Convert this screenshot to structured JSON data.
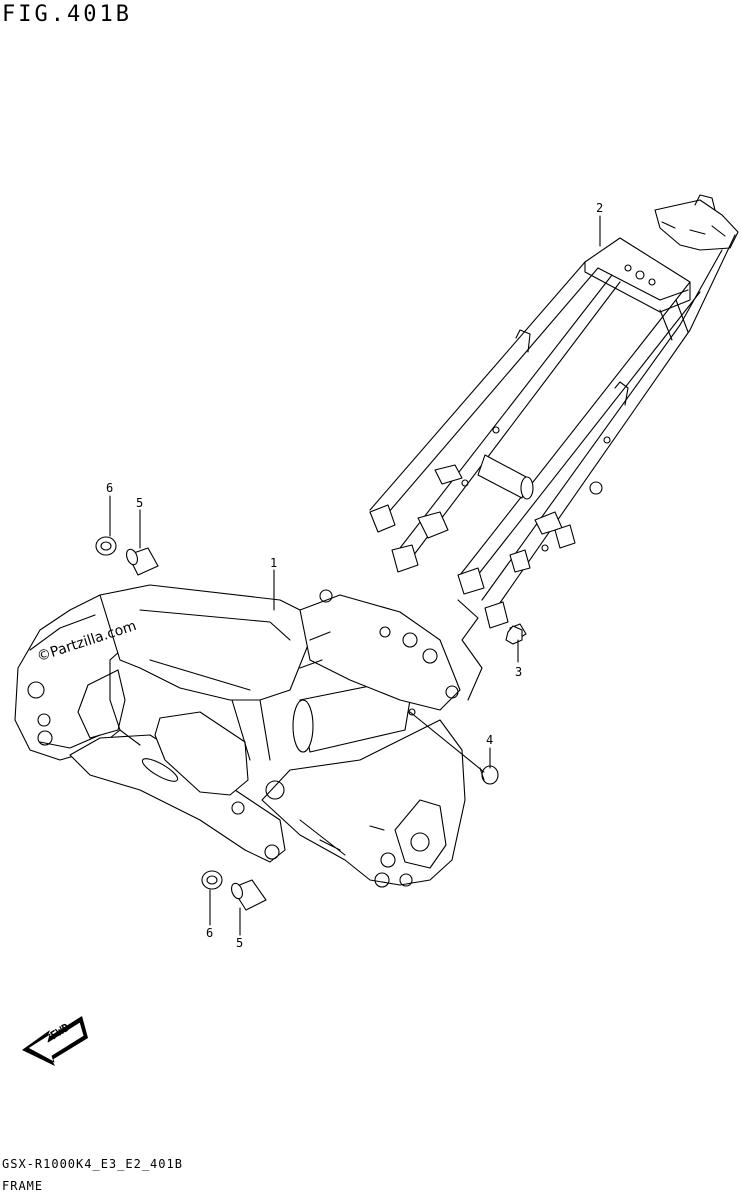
{
  "header": {
    "figure_label": "FIG.401B"
  },
  "callouts": [
    {
      "number": "1"
    },
    {
      "number": "2"
    },
    {
      "number": "3"
    },
    {
      "number": "4"
    },
    {
      "number": "5"
    },
    {
      "number": "6"
    },
    {
      "number": "6"
    },
    {
      "number": "5"
    }
  ],
  "fwd_arrow": {
    "label": "FWD"
  },
  "watermark": {
    "text": "©Partzilla.com"
  },
  "footer": {
    "model_code": "GSX-R1000K4_E3_E2_401B",
    "section_name": "FRAME"
  }
}
